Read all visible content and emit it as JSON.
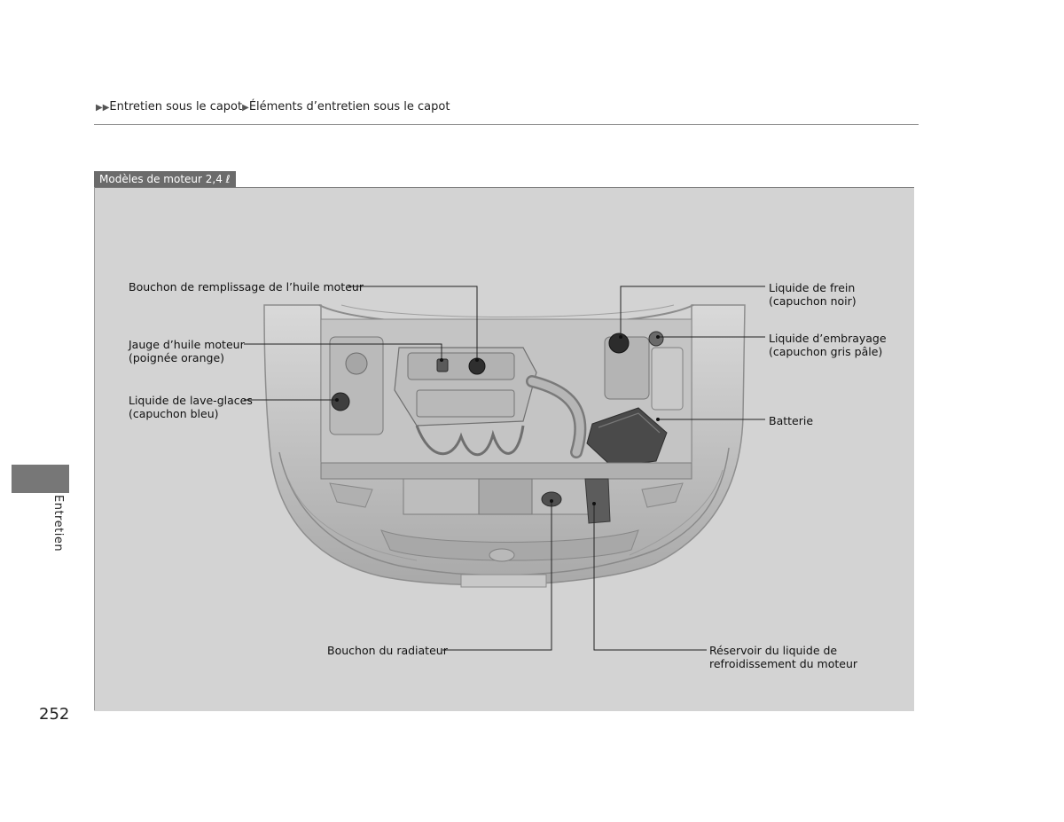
{
  "breadcrumb": {
    "item1": "Entretien sous le capot",
    "item2": "Éléments d’entretien sous le capot"
  },
  "section_tag": "Modèles de moteur 2,4 ℓ",
  "callouts": {
    "oil_filler": "Bouchon de remplissage de l’huile moteur",
    "dipstick_line1": "Jauge d’huile moteur",
    "dipstick_line2": "(poignée orange)",
    "washer_line1": "Liquide de lave-glaces",
    "washer_line2": "(capuchon bleu)",
    "brake_line1": "Liquide de frein",
    "brake_line2": "(capuchon noir)",
    "clutch_line1": "Liquide d’embrayage",
    "clutch_line2": "(capuchon gris pâle)",
    "battery": "Batterie",
    "radiator_cap": "Bouchon du radiateur",
    "coolant_line1": "Réservoir du liquide de",
    "coolant_line2": "refroidissement du moteur"
  },
  "side_label": "Entretien",
  "page_number": "252"
}
